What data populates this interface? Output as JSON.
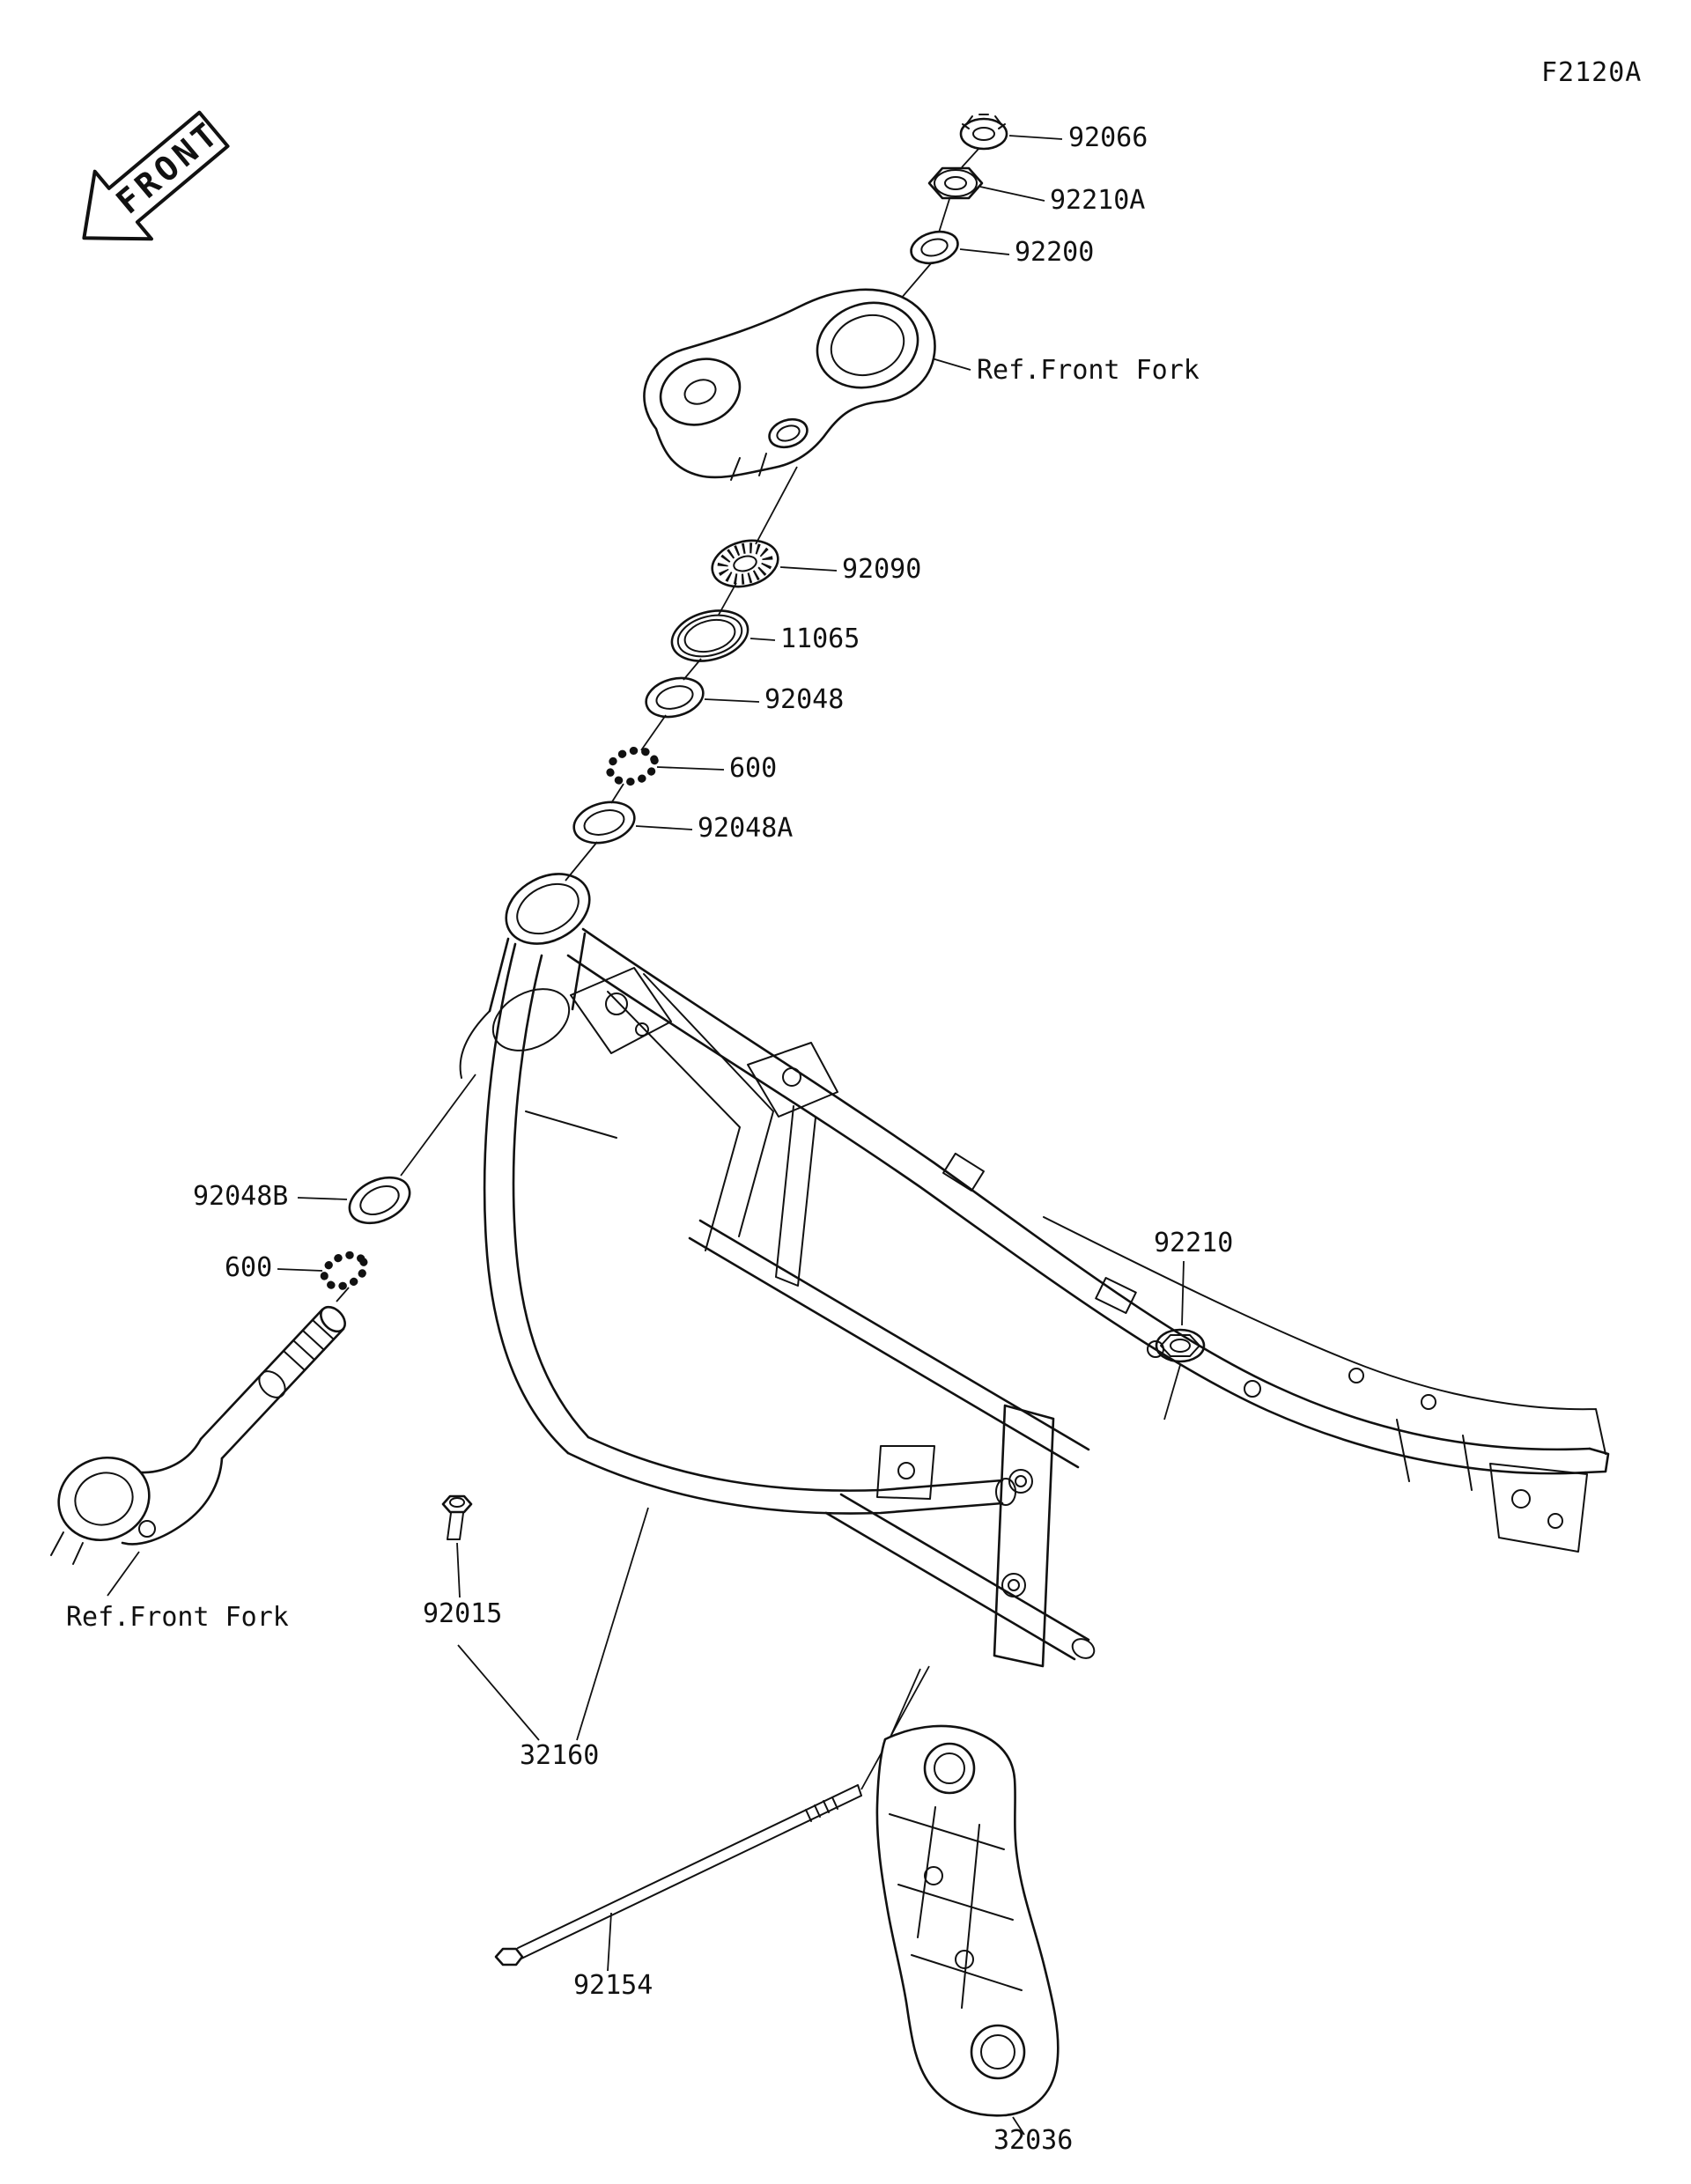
{
  "diagram": {
    "code": "F2120A",
    "front_arrow": "FRONT",
    "ref_front_fork_upper": "Ref.Front Fork",
    "ref_front_fork_lower": "Ref.Front Fork",
    "labels": {
      "l92066": "92066",
      "l92210A": "92210A",
      "l92200": "92200",
      "l92090": "92090",
      "l11065": "11065",
      "l92048": "92048",
      "l600_upper": "600",
      "l92048A": "92048A",
      "l92048B": "92048B",
      "l600_lower": "600",
      "l92210": "92210",
      "l92015": "92015",
      "l32160": "32160",
      "l92154": "92154",
      "l32036": "32036"
    }
  }
}
